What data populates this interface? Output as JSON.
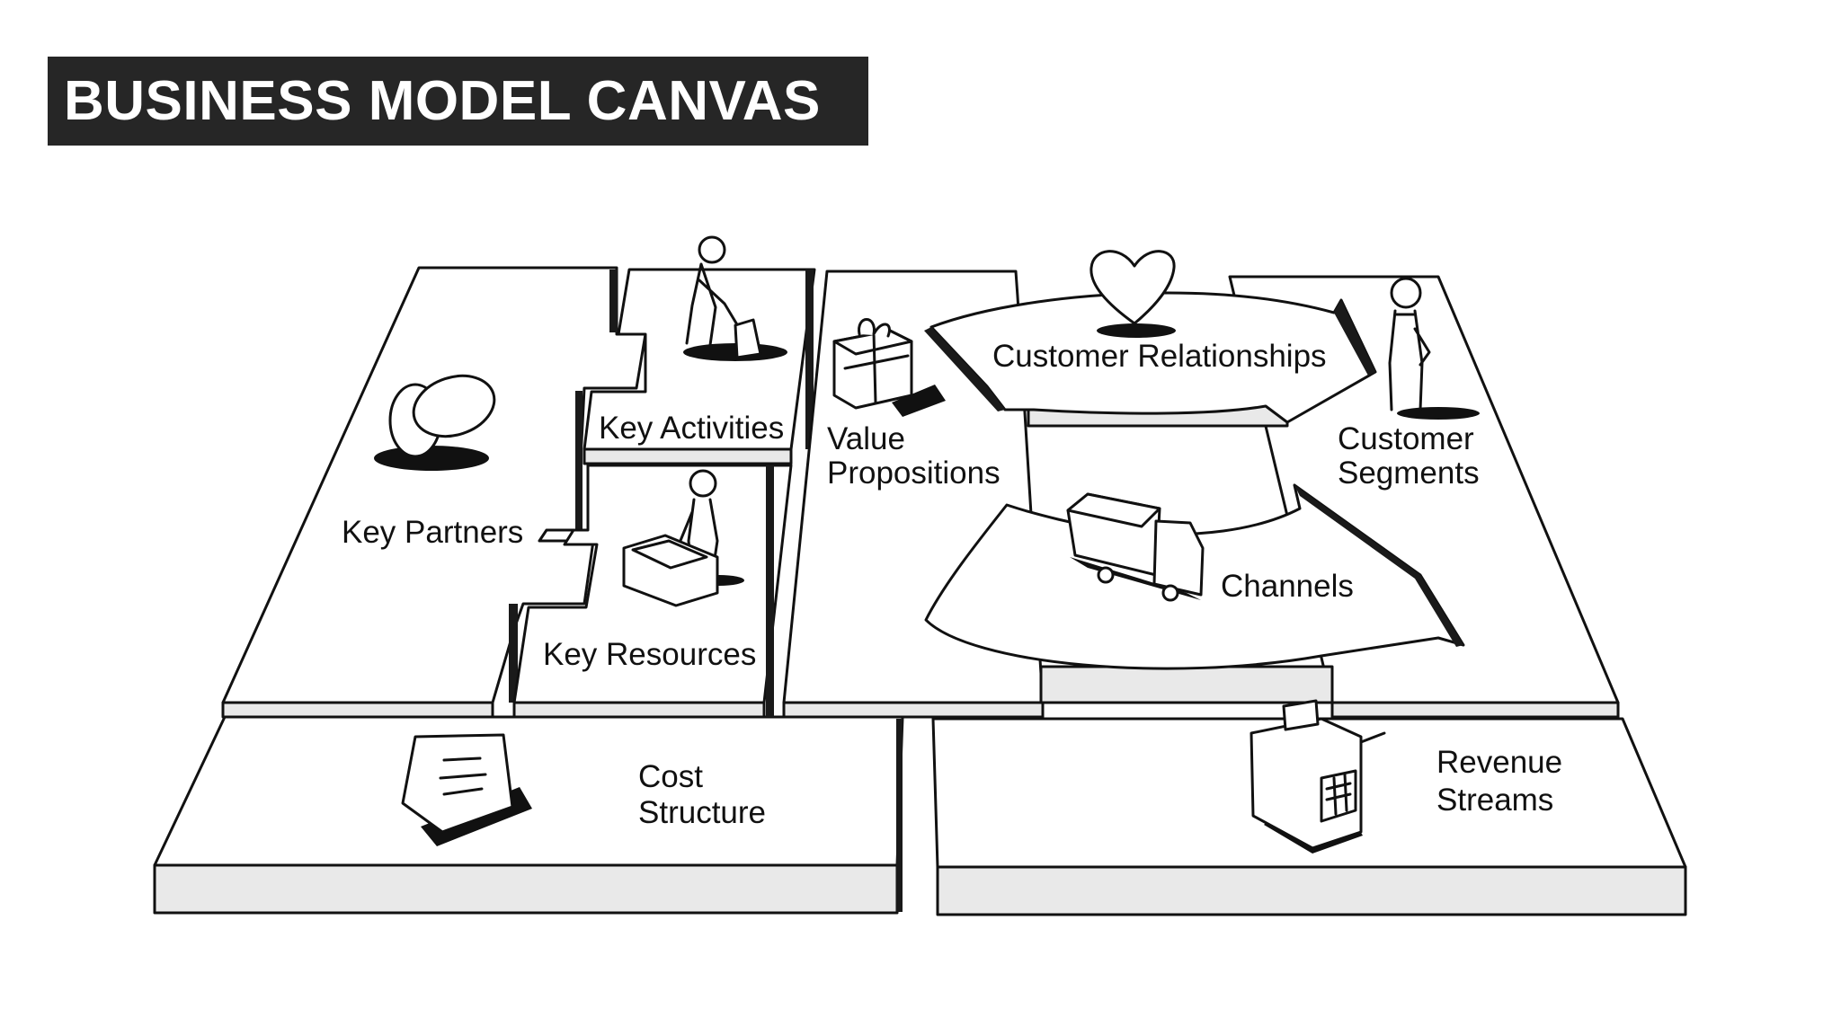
{
  "title": "BUSINESS MODEL CANVAS",
  "blocks": {
    "key_partners": "Key Partners",
    "key_activities": "Key Activities",
    "key_resources": "Key Resources",
    "value_propositions": [
      "Value",
      "Propositions"
    ],
    "customer_relationships": "Customer Relationships",
    "channels": "Channels",
    "customer_segments": [
      "Customer",
      "Segments"
    ],
    "cost_structure": [
      "Cost",
      "Structure"
    ],
    "revenue_streams": [
      "Revenue",
      "Streams"
    ]
  },
  "icons": {
    "key_partners": "interlocked-rings-icon",
    "key_activities": "digging-person-icon",
    "key_resources": "person-with-machine-icon",
    "value_propositions": "gift-box-icon",
    "customer_relationships": "heart-icon",
    "channels": "delivery-truck-icon",
    "customer_segments": "standing-person-icon",
    "cost_structure": "invoice-paper-icon",
    "revenue_streams": "cash-register-icon"
  },
  "colors": {
    "title_background": "#262626",
    "title_text": "#ffffff",
    "ink": "#111111",
    "block_side": "#e9e9e9"
  }
}
